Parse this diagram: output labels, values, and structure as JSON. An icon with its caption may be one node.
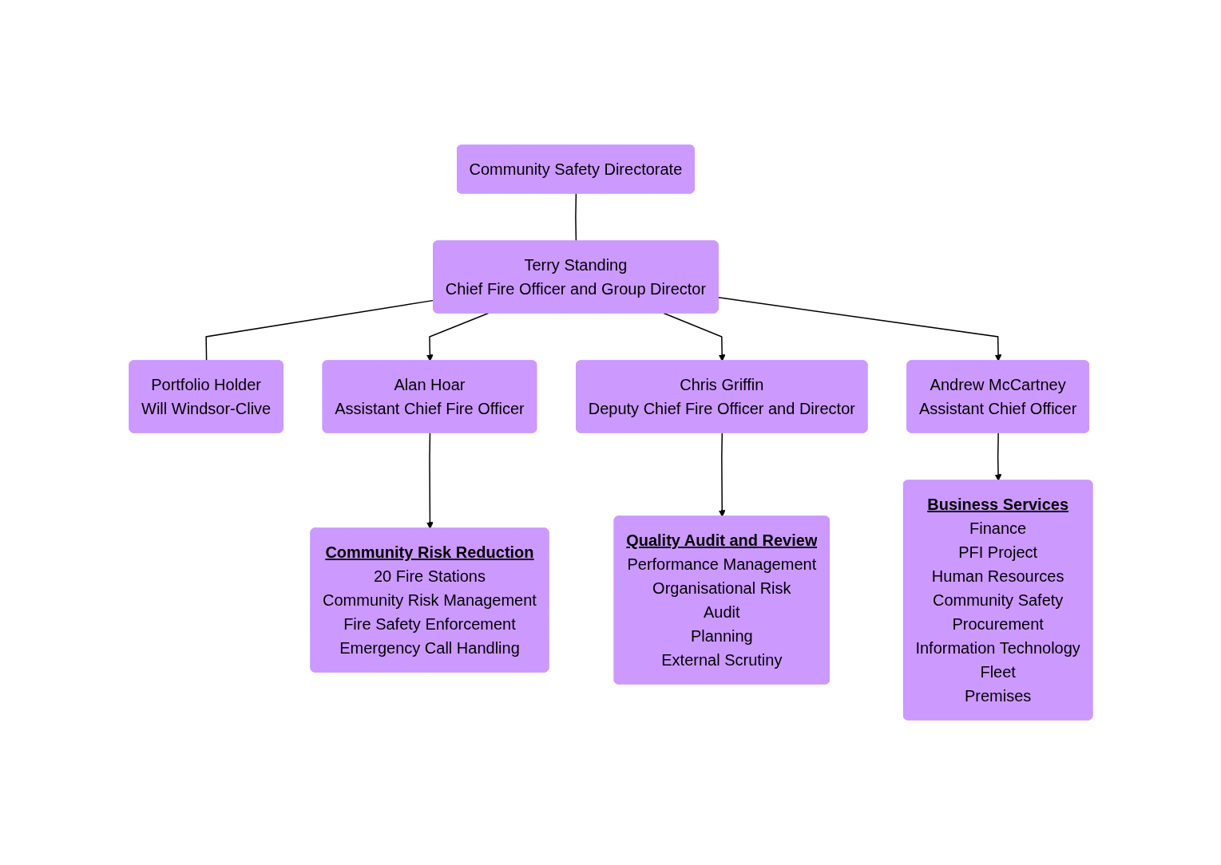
{
  "diagram": {
    "nodes": [
      {
        "text": [
          "Community Safety Directorate"
        ]
      },
      {
        "text": [
          "Terry Standing",
          "Chief Fire Officer and Group Director"
        ]
      },
      {
        "text": [
          "Portfolio Holder",
          "Will Windsor-Clive"
        ]
      },
      {
        "text": [
          "Alan Hoar",
          "Assistant Chief Fire Officer"
        ]
      },
      {
        "text": [
          "Chris Griffin",
          "Deputy Chief Fire Officer and Director"
        ]
      },
      {
        "text": [
          "Andrew McCartney",
          "Assistant Chief Officer"
        ]
      },
      {
        "text": [
          "Community Risk Reduction",
          "20 Fire Stations",
          "Community Risk Management",
          "Fire Safety Enforcement",
          "Emergency Call Handling"
        ]
      },
      {
        "text": [
          "Quality Audit and Review",
          "Performance Management",
          "Organisational Risk",
          "Audit",
          "Planning",
          "External Scrutiny"
        ]
      },
      {
        "text": [
          "Business Services",
          "Finance",
          "PFI Project",
          "Human Resources",
          "Community Safety",
          "Procurement",
          "Information Technology",
          "Fleet",
          "Premises"
        ]
      }
    ],
    "edges": [
      {
        "from": 0,
        "to": 1,
        "arrow": "none"
      },
      {
        "from": 1,
        "to": 2,
        "arrow": "none"
      },
      {
        "from": 1,
        "to": 3,
        "arrow": "to"
      },
      {
        "from": 1,
        "to": 4,
        "arrow": "to"
      },
      {
        "from": 1,
        "to": 5,
        "arrow": "to"
      },
      {
        "from": 3,
        "to": 6,
        "arrow": "to"
      },
      {
        "from": 4,
        "to": 7,
        "arrow": "to"
      },
      {
        "from": 5,
        "to": 8,
        "arrow": "to"
      }
    ]
  }
}
